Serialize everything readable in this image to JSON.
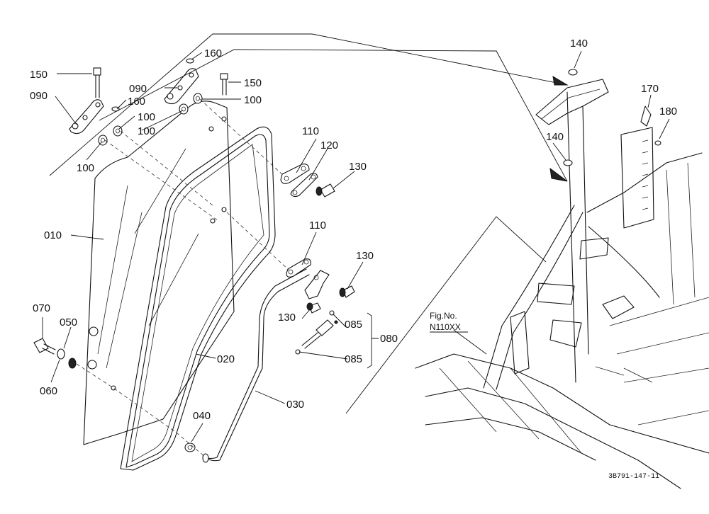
{
  "callouts": {
    "p010": "010",
    "p020": "020",
    "p030": "030",
    "p040": "040",
    "p050": "050",
    "p060": "060",
    "p070": "070",
    "p080": "080",
    "p085": "085",
    "p090": "090",
    "p100": "100",
    "p110": "110",
    "p120": "120",
    "p130": "130",
    "p140": "140",
    "p150": "150",
    "p160": "160",
    "p170": "170",
    "p180": "180"
  },
  "figure_ref": {
    "label": "Fig.No.",
    "number": "N110XX"
  },
  "diagram_code": "3B791-147-11"
}
